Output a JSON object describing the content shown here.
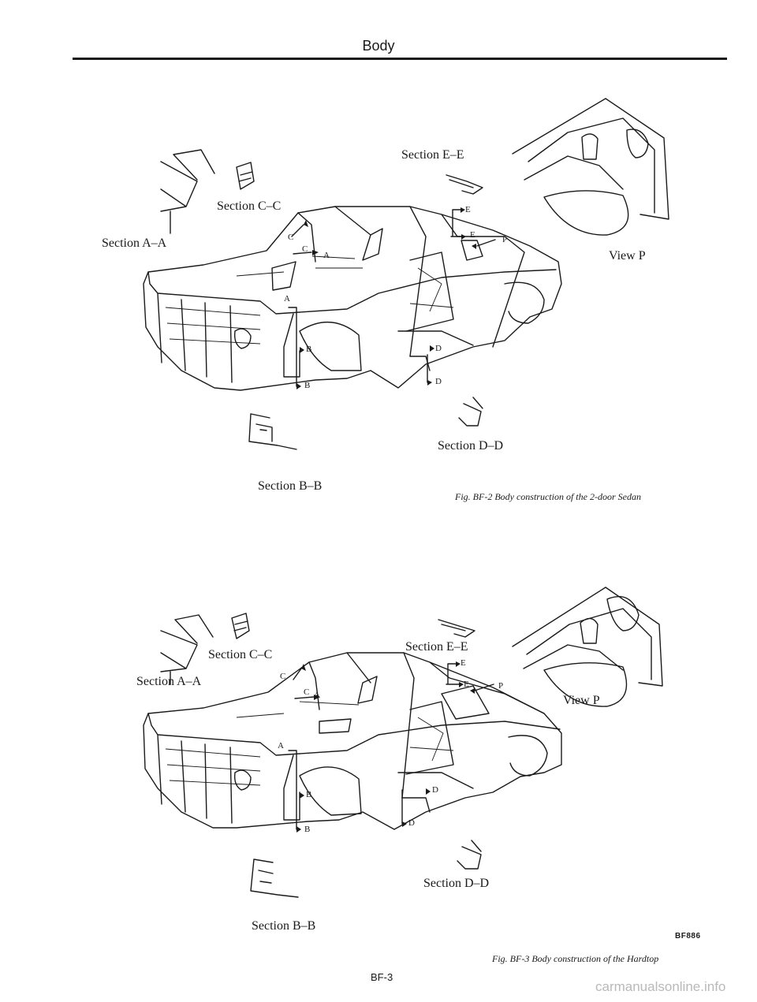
{
  "header": {
    "title": "Body"
  },
  "figure1": {
    "labels": {
      "section_aa": "Section A–A",
      "section_bb": "Section B–B",
      "section_cc": "Section C–C",
      "section_dd": "Section D–D",
      "section_ee": "Section E–E",
      "view_p": "View P"
    },
    "letters": {
      "a": "A",
      "b": "B",
      "c": "C",
      "d": "D",
      "e": "E",
      "p": "P"
    },
    "caption": "Fig. BF-2 Body construction of the 2-door Sedan"
  },
  "figure2": {
    "labels": {
      "section_aa": "Section A–A",
      "section_bb": "Section B–B",
      "section_cc": "Section C–C",
      "section_dd": "Section D–D",
      "section_ee": "Section E–E",
      "view_p": "View P"
    },
    "letters": {
      "a": "A",
      "b": "B",
      "c": "C",
      "d": "D",
      "e": "E",
      "p": "P"
    },
    "code": "BF886",
    "caption": "Fig. BF-3 Body construction of the Hardtop"
  },
  "footer": {
    "page_number": "BF-3",
    "watermark": "carmanualsonline.info"
  }
}
